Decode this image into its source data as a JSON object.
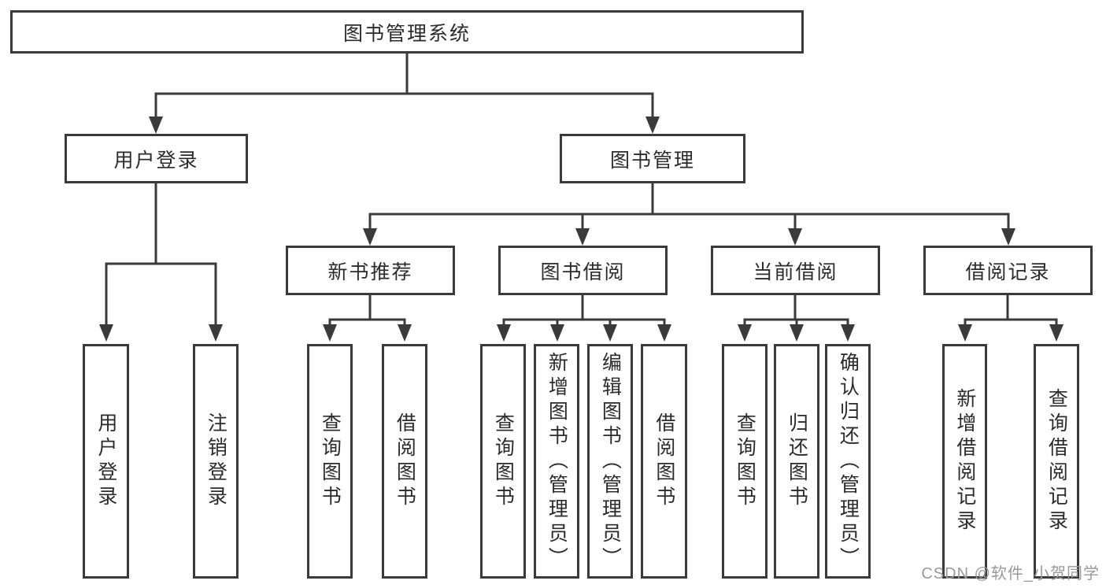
{
  "diagram": {
    "tree": {
      "root": {
        "label": "图书管理系统"
      },
      "branches": [
        {
          "label": "用户登录",
          "children": [
            {
              "label": "用户登录"
            },
            {
              "label": "注销登录"
            }
          ]
        },
        {
          "label": "图书管理",
          "children": [
            {
              "label": "新书推荐",
              "children": [
                {
                  "label": "查询图书"
                },
                {
                  "label": "借阅图书"
                }
              ]
            },
            {
              "label": "图书借阅",
              "children": [
                {
                  "label": "查询图书"
                },
                {
                  "label": "新增图书（管理员）"
                },
                {
                  "label": "编辑图书（管理员）"
                },
                {
                  "label": "借阅图书"
                }
              ]
            },
            {
              "label": "当前借阅",
              "children": [
                {
                  "label": "查询图书"
                },
                {
                  "label": "归还图书"
                },
                {
                  "label": "确认归还（管理员）"
                }
              ]
            },
            {
              "label": "借阅记录",
              "children": [
                {
                  "label": "新增借阅记录"
                },
                {
                  "label": "查询借阅记录"
                }
              ]
            }
          ]
        }
      ]
    },
    "colors": {
      "line": "#3a3a3a",
      "text": "#2b2b2b",
      "watermark": "#9a9a9a"
    },
    "watermark": "CSDN @软件_小贺同学"
  }
}
